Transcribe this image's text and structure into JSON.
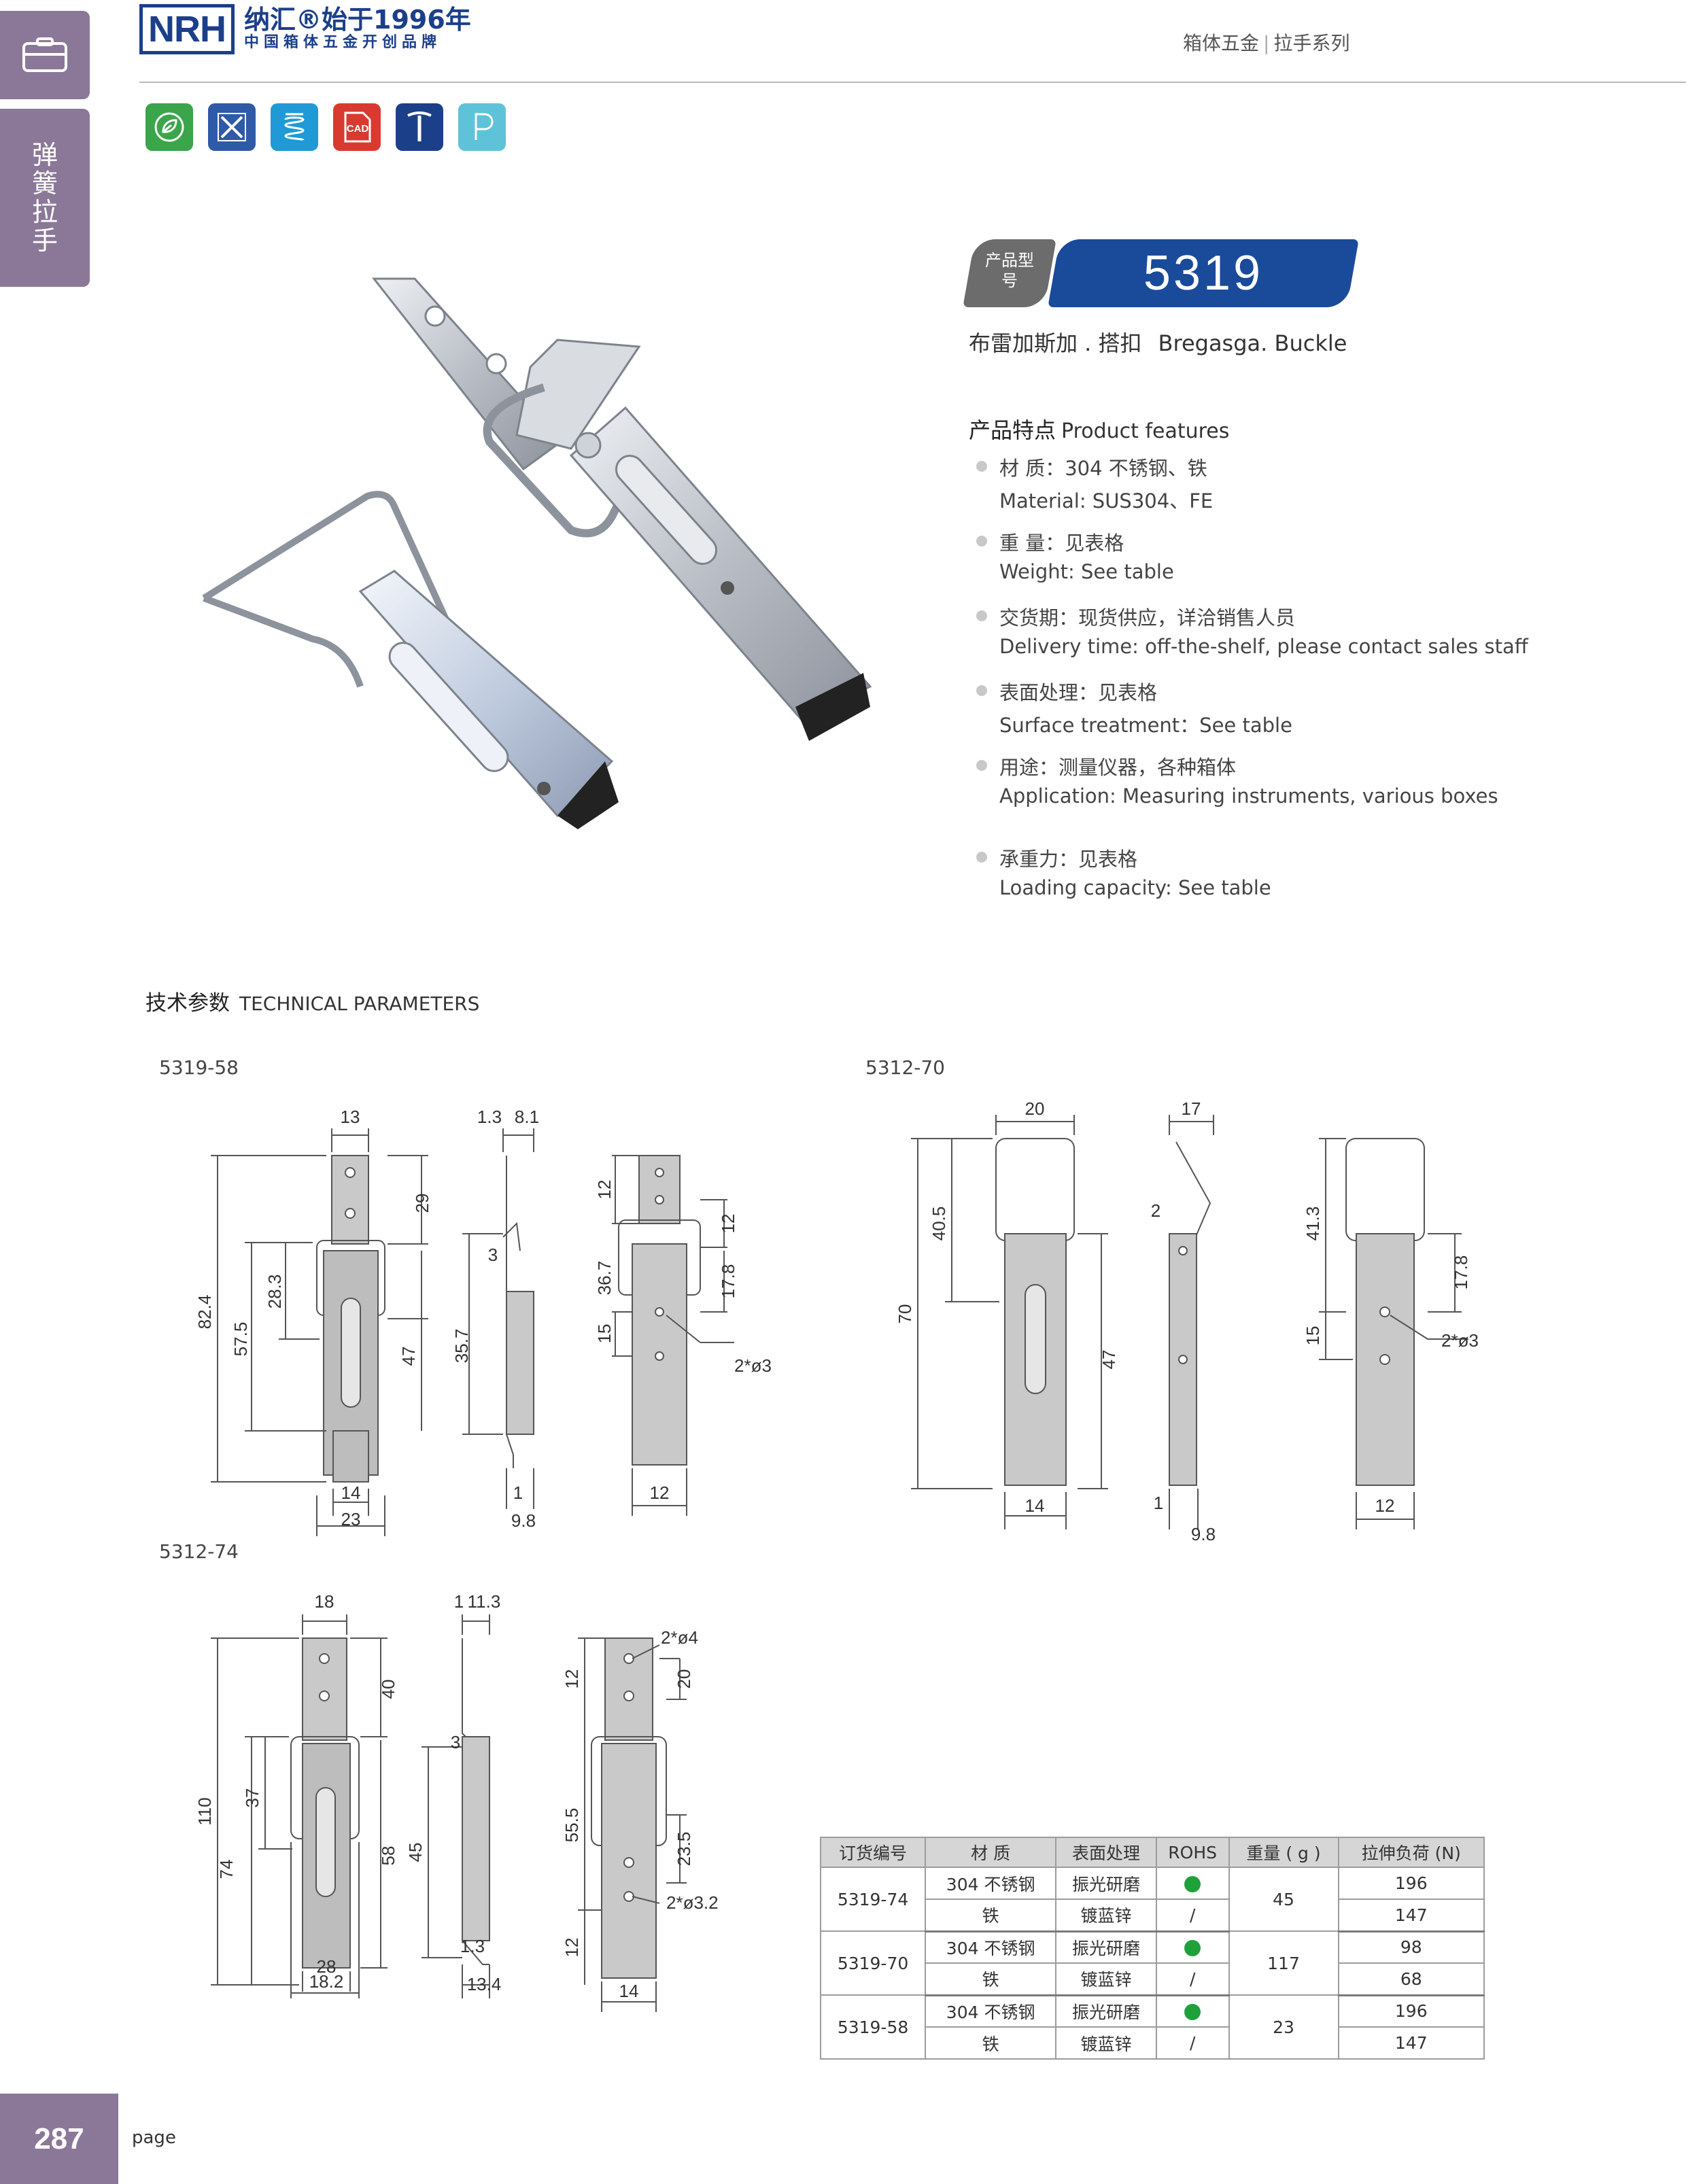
{
  "sidebar": {
    "icon": "suitcase-icon",
    "category": "弹簧拉手"
  },
  "header": {
    "logo_mark": "NRH",
    "logo_line1": "纳汇®始于1996年",
    "logo_line2": "中国箱体五金开创品牌",
    "section": "箱体五金",
    "subsection": "拉手系列"
  },
  "badges": [
    {
      "name": "eco-leaf-icon",
      "color": "#3aa54a",
      "glyph": "❦"
    },
    {
      "name": "design-tools-icon",
      "color": "#2f5aa8",
      "glyph": "✎"
    },
    {
      "name": "spring-icon",
      "color": "#1f9ad6",
      "glyph": "§"
    },
    {
      "name": "cad-file-icon",
      "color": "#d93a2f",
      "glyph": "CAD"
    },
    {
      "name": "screw-icon",
      "color": "#1c3f8a",
      "glyph": "T"
    },
    {
      "name": "parking-icon",
      "color": "#5ec3d8",
      "glyph": "P"
    }
  ],
  "product": {
    "model_label": "产品型号",
    "model_number": "5319",
    "name_zh": "布雷加斯加 . 搭扣",
    "name_en": "Bregasga. Buckle"
  },
  "features": {
    "title_zh": "产品特点",
    "title_en": "Product features",
    "items": [
      {
        "zh": "材   质：304 不锈钢、铁",
        "en": "Material: SUS304、FE"
      },
      {
        "zh": "重   量：见表格",
        "en": " Weight: See table"
      },
      {
        "zh": "交货期：现货供应，详洽销售人员",
        "en": "Delivery time: off-the-shelf, please contact sales staff"
      },
      {
        "zh": "表面处理：见表格",
        "en": "Surface treatment：See table"
      },
      {
        "zh": "用途：测量仪器，各种箱体",
        "en": "Application: Measuring instruments, various boxes"
      },
      {
        "zh": "承重力：见表格",
        "en": "Loading capacity: See table"
      }
    ]
  },
  "tech": {
    "title_zh": "技术参数",
    "title_en": "TECHNICAL PARAMETERS",
    "drawings": [
      {
        "label": "5319-58"
      },
      {
        "label": "5312-70"
      },
      {
        "label": "5312-74"
      }
    ],
    "dims_58": {
      "front_w_top": "13",
      "front_29": "29",
      "front_82_4": "82.4",
      "front_57_5": "57.5",
      "front_28_3": "28.3",
      "front_47": "47",
      "front_14": "14",
      "front_23": "23",
      "side_1_3": "1.3",
      "side_8_1": "8.1",
      "side_3": "3",
      "side_35_7": "35.7",
      "side_1": "1",
      "side_9_8": "9.8",
      "back_12a": "12",
      "back_12b": "12",
      "back_36_7": "36.7",
      "back_17_8": "17.8",
      "back_15": "15",
      "back_hole": "2*ø3",
      "back_12c": "12"
    },
    "dims_70": {
      "front_20": "20",
      "front_40_5": "40.5",
      "front_70": "70",
      "front_47": "47",
      "front_14": "14",
      "side_17": "17",
      "side_2": "2",
      "side_1": "1",
      "side_9_8": "9.8",
      "back_41_3": "41.3",
      "back_17_8": "17.8",
      "back_15": "15",
      "back_hole": "2*ø3",
      "back_12": "12"
    },
    "dims_74": {
      "front_18": "18",
      "front_40": "40",
      "front_110": "110",
      "front_37": "37",
      "front_74": "74",
      "front_58": "58",
      "front_28": "28",
      "front_18_2": "18.2",
      "side_1": "1",
      "side_11_3": "11.3",
      "side_3": "3",
      "side_45": "45",
      "side_1_3": "1.3",
      "side_13_4": "13.4",
      "back_hole1": "2*ø4",
      "back_12a": "12",
      "back_20": "20",
      "back_55_5": "55.5",
      "back_23_5": "23.5",
      "back_12b": "12",
      "back_hole2": "2*ø3.2",
      "back_14": "14"
    }
  },
  "table": {
    "headers": [
      "订货编号",
      "材   质",
      "表面处理",
      "ROHS",
      "重量 ( g )",
      "拉伸负荷 (N)"
    ],
    "groups": [
      {
        "code": "5319-74",
        "weight": "45",
        "rows": [
          {
            "material": "304 不锈钢",
            "finish": "振光研磨",
            "rohs": "●",
            "load": "196"
          },
          {
            "material": "铁",
            "finish": "镀蓝锌",
            "rohs": "/",
            "load": "147"
          }
        ]
      },
      {
        "code": "5319-70",
        "weight": "117",
        "rows": [
          {
            "material": "304 不锈钢",
            "finish": "振光研磨",
            "rohs": "●",
            "load": "98"
          },
          {
            "material": "铁",
            "finish": "镀蓝锌",
            "rohs": "/",
            "load": "68"
          }
        ]
      },
      {
        "code": "5319-58",
        "weight": "23",
        "rows": [
          {
            "material": "304 不锈钢",
            "finish": "振光研磨",
            "rohs": "●",
            "load": "196"
          },
          {
            "material": "铁",
            "finish": "镀蓝锌",
            "rohs": "/",
            "load": "147"
          }
        ]
      }
    ]
  },
  "footer": {
    "page_number": "287",
    "page_word": "page"
  }
}
